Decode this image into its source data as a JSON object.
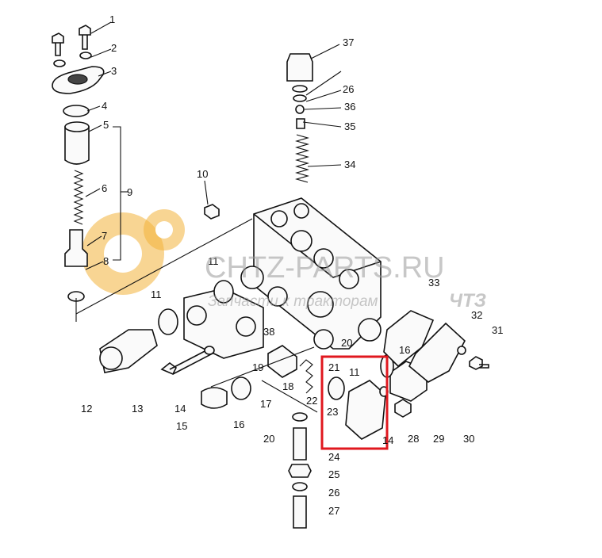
{
  "callouts": [
    "1",
    "2",
    "3",
    "4",
    "5",
    "6",
    "7",
    "8",
    "9",
    "10",
    "11",
    "11",
    "11",
    "12",
    "13",
    "14",
    "14",
    "15",
    "16",
    "16",
    "17",
    "18",
    "19",
    "20",
    "20",
    "21",
    "22",
    "23",
    "24",
    "25",
    "26",
    "26",
    "27",
    "28",
    "29",
    "30",
    "31",
    "32",
    "33",
    "34",
    "35",
    "36",
    "37",
    "38"
  ],
  "watermark": {
    "brand": "CHTZ-PARTS.RU",
    "tagline": "Запчасти к тракторам",
    "tagline_brand": "ЧТЗ"
  },
  "highlight_color": "#e0181f"
}
